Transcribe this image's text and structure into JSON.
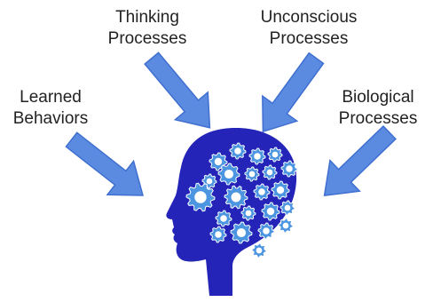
{
  "labels": {
    "thinking": [
      "Thinking",
      "Processes"
    ],
    "unconscious": [
      "Unconscious",
      "Processes"
    ],
    "learned": [
      "Learned",
      "Behaviors"
    ],
    "biological": [
      "Biological",
      "Processes"
    ]
  },
  "colors": {
    "arrow": "#5b8be0",
    "arrow_edge": "#3f6fd0",
    "head": "#2424b8",
    "gear": "#4c95e0",
    "gear_edge": "#ffffff"
  },
  "icons": {
    "head": "human-head-silhouette",
    "gears": "gear-icon"
  }
}
